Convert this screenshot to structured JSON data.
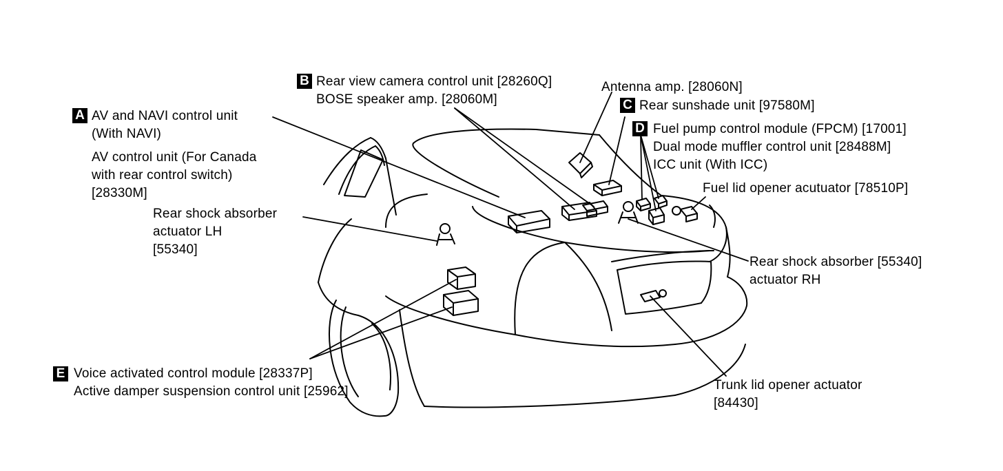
{
  "callouts": {
    "A": {
      "badge": "A",
      "lines": [
        "AV and NAVI control unit",
        "(With NAVI)",
        "AV control unit (For Canada",
        "with rear control switch)",
        "[28330M]"
      ]
    },
    "B": {
      "badge": "B",
      "lines": [
        "Rear view camera control unit [28260Q]",
        "BOSE speaker amp. [28060M]"
      ]
    },
    "antenna": {
      "lines": [
        "Antenna amp. [28060N]"
      ]
    },
    "C": {
      "badge": "C",
      "lines": [
        "Rear sunshade unit [97580M]"
      ]
    },
    "D": {
      "badge": "D",
      "lines": [
        "Fuel pump control module (FPCM) [17001]",
        "Dual mode muffler control unit [28488M]",
        "ICC unit (With ICC)"
      ]
    },
    "fuel_lid": {
      "lines": [
        "Fuel lid opener acutuator [78510P]"
      ]
    },
    "shock_lh": {
      "lines": [
        "Rear shock absorber",
        "actuator LH",
        "[55340]"
      ]
    },
    "shock_rh": {
      "lines": [
        "Rear shock absorber [55340]",
        "actuator RH"
      ]
    },
    "E": {
      "badge": "E",
      "lines": [
        "Voice activated control module [28337P]",
        "Active damper suspension control unit [25962]"
      ]
    },
    "trunk_lid": {
      "lines": [
        "Trunk lid opener actuator",
        "[84430]"
      ]
    }
  },
  "colors": {
    "ink": "#000000",
    "paper": "#ffffff"
  }
}
